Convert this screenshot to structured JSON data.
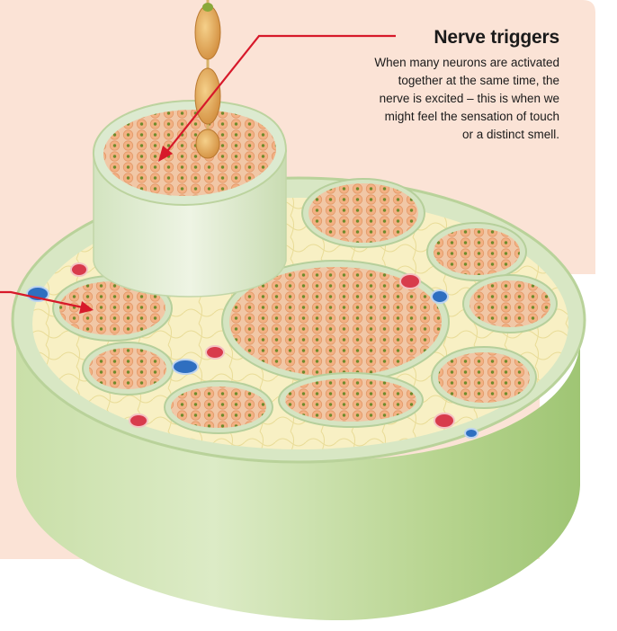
{
  "callout": {
    "title": "Nerve triggers",
    "lines": [
      "When many neurons are activated",
      "together at the same time, the",
      "nerve is excited – this is when we",
      "might feel the sensation of touch",
      "or a distinct smell."
    ]
  },
  "colors": {
    "panel": "#fbe3d6",
    "arrow": "#d7192a",
    "nerve_sheath": "#dfead0",
    "connective_tissue": "#f7efbf",
    "axon": "#f2b48c",
    "artery": "#d83b4c",
    "vein": "#2f6fc0"
  }
}
